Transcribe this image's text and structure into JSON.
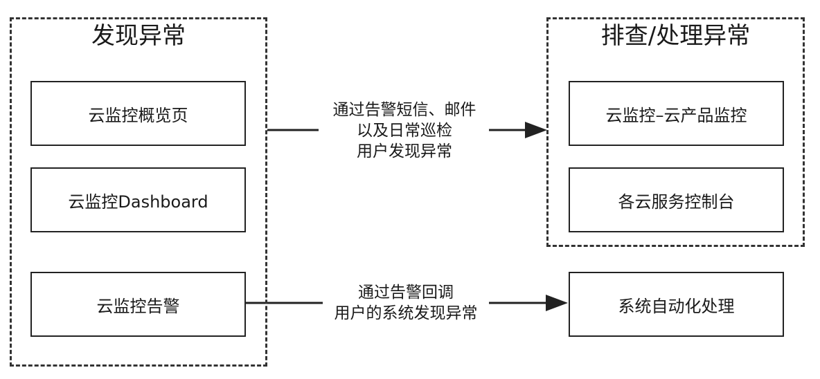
{
  "groups": {
    "discover": {
      "title": "发现异常"
    },
    "troubleshoot": {
      "title": "排查/处理异常"
    }
  },
  "nodes": {
    "overview": "云监控概览页",
    "dashboard": "云监控Dashboard",
    "alarm": "云监控告警",
    "product_monitor": "云监控–云产品监控",
    "consoles": "各云服务控制台",
    "auto_process": "系统自动化处理"
  },
  "edges": {
    "upper": {
      "lines": [
        "通过告警短信、邮件",
        "以及日常巡检",
        "用户发现异常"
      ]
    },
    "lower": {
      "lines": [
        "通过告警回调",
        "用户的系统发现异常"
      ]
    }
  },
  "colors": {
    "stroke": "#222222",
    "dash": "#333333",
    "text": "#1a1a1a"
  }
}
